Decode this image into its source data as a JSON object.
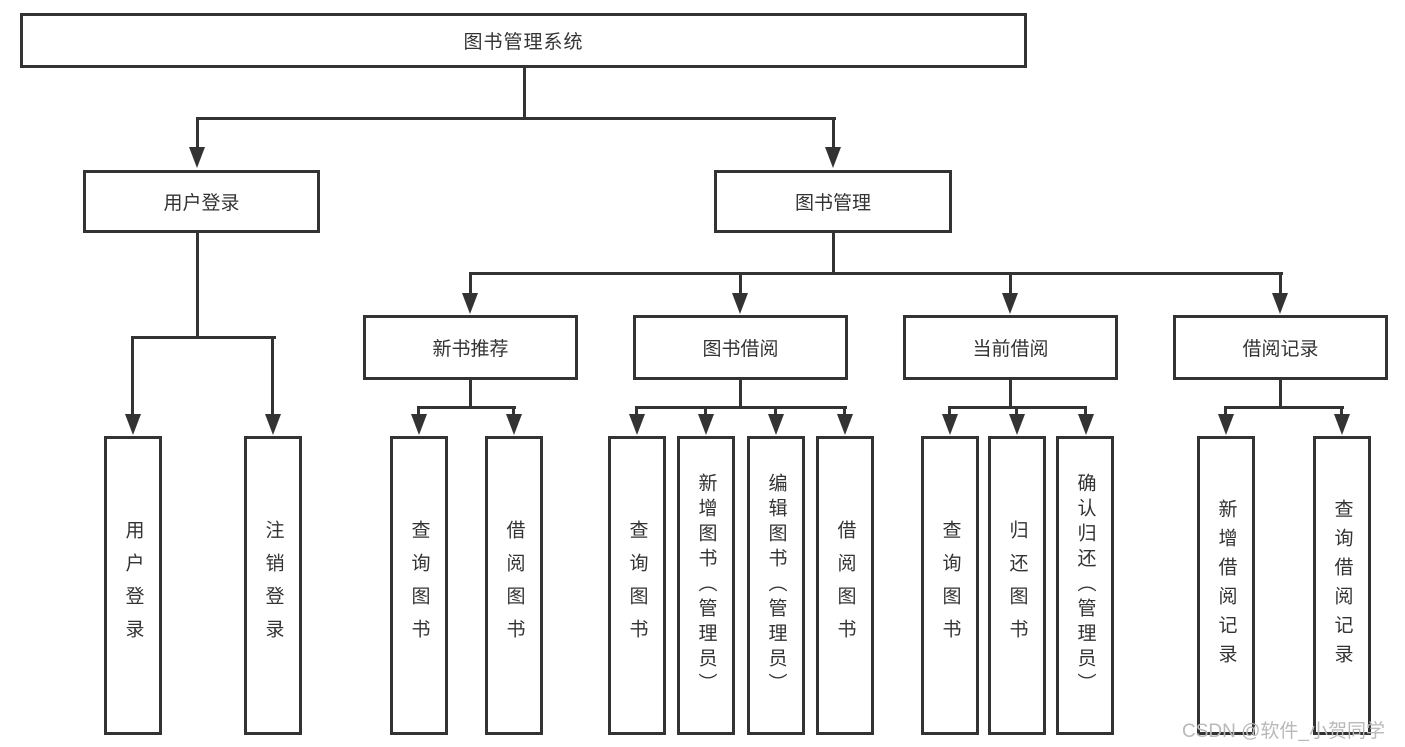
{
  "colors": {
    "line": "#333333",
    "node_border": "#333333",
    "text": "#333333",
    "background": "#ffffff",
    "watermark": "#b9b9b9"
  },
  "root": {
    "label": "图书管理系统"
  },
  "branches": {
    "user_login": {
      "label": "用户登录",
      "leaves": [
        "用户登录",
        "注销登录"
      ]
    },
    "book_management": {
      "label": "图书管理",
      "children": {
        "new_book": {
          "label": "新书推荐",
          "leaves": [
            "查询图书",
            "借阅图书"
          ]
        },
        "borrow": {
          "label": "图书借阅",
          "leaves": [
            "查询图书",
            "新增图书（管理员）",
            "编辑图书（管理员）",
            "借阅图书"
          ]
        },
        "current": {
          "label": "当前借阅",
          "leaves": [
            "查询图书",
            "归还图书",
            "确认归还（管理员）"
          ]
        },
        "records": {
          "label": "借阅记录",
          "leaves": [
            "新增借阅记录",
            "查询借阅记录"
          ]
        }
      }
    }
  },
  "watermark": "CSDN @软件_小贺同学"
}
